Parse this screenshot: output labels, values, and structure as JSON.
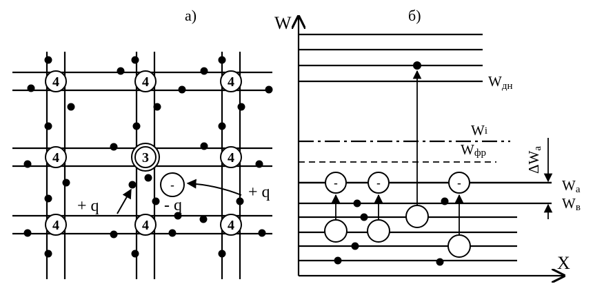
{
  "panel_a": {
    "label": "а)",
    "atoms": {
      "host_valence": "4",
      "acceptor_valence": "3",
      "negative_ion": "-"
    },
    "charges": {
      "plus_q_left": "+ q",
      "minus_q": "- q",
      "plus_q_right": "+ q"
    }
  },
  "panel_b": {
    "label": "б)",
    "y_axis": "W",
    "x_axis": "X",
    "levels": {
      "conduction_bottom": {
        "main": "W",
        "sub": "дн"
      },
      "intrinsic": {
        "main": "W",
        "sub": "i"
      },
      "fermi": {
        "main": "W",
        "sub": "фр"
      },
      "acceptor": {
        "main": "W",
        "sub": "a"
      },
      "valence_top": {
        "main": "W",
        "sub": "в"
      },
      "delta_acceptor": "ΔW",
      "delta_acceptor_sub": "a"
    },
    "ionized_acceptor_symbol": "-"
  }
}
